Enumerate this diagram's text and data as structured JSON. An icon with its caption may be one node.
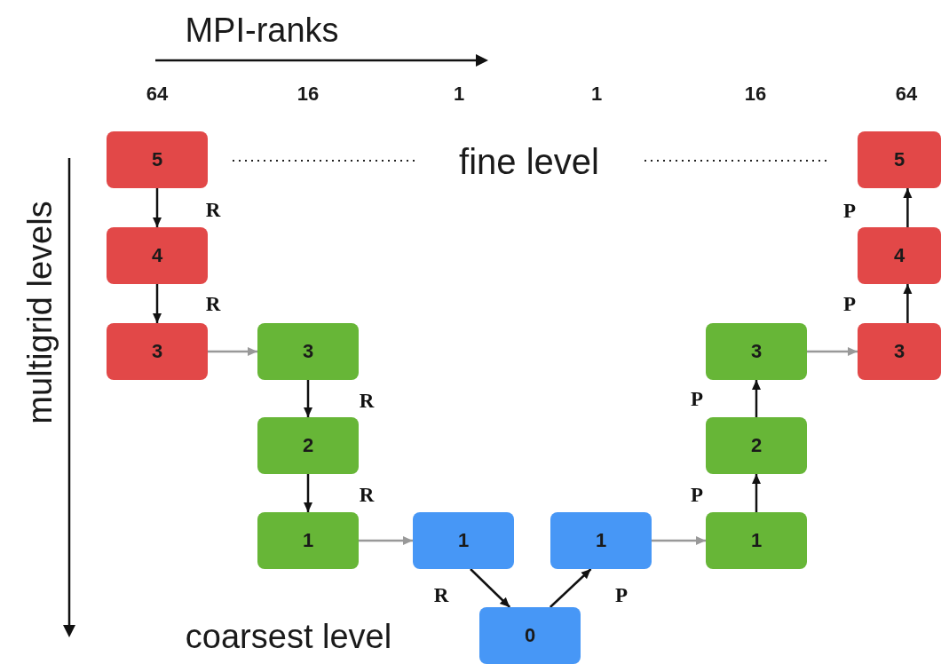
{
  "diagram": {
    "nodes": [
      {
        "text": [
          "5"
        ]
      },
      {
        "text": [
          "4"
        ]
      },
      {
        "text": [
          "3"
        ]
      },
      {
        "text": [
          "3"
        ]
      },
      {
        "text": [
          "2"
        ]
      },
      {
        "text": [
          "1"
        ]
      },
      {
        "text": [
          "1"
        ]
      },
      {
        "text": [
          "0"
        ]
      },
      {
        "text": [
          "1"
        ]
      },
      {
        "text": [
          "1"
        ]
      },
      {
        "text": [
          "2"
        ]
      },
      {
        "text": [
          "3"
        ]
      },
      {
        "text": [
          "3"
        ]
      },
      {
        "text": [
          "4"
        ]
      },
      {
        "text": [
          "5"
        ]
      }
    ],
    "edges": [
      {
        "from": 0,
        "to": 1,
        "arrow": "to",
        "label": "R"
      },
      {
        "from": 1,
        "to": 2,
        "arrow": "to",
        "label": "R"
      },
      {
        "from": 2,
        "to": 3,
        "arrow": "to",
        "color": "#999999"
      },
      {
        "from": 3,
        "to": 4,
        "arrow": "to",
        "label": "R"
      },
      {
        "from": 4,
        "to": 5,
        "arrow": "to",
        "label": "R"
      },
      {
        "from": 5,
        "to": 6,
        "arrow": "to",
        "color": "#999999"
      },
      {
        "from": 6,
        "to": 7,
        "arrow": "to",
        "label": "R"
      },
      {
        "from": 7,
        "to": 8,
        "arrow": "to",
        "label": "P"
      },
      {
        "from": 8,
        "to": 9,
        "arrow": "to",
        "color": "#999999"
      },
      {
        "from": 9,
        "to": 10,
        "arrow": "to",
        "label": "P"
      },
      {
        "from": 10,
        "to": 11,
        "arrow": "to",
        "label": "P"
      },
      {
        "from": 11,
        "to": 12,
        "arrow": "to",
        "color": "#999999"
      },
      {
        "from": 12,
        "to": 13,
        "arrow": "to",
        "label": "P"
      },
      {
        "from": 13,
        "to": 14,
        "arrow": "to",
        "label": "P"
      }
    ],
    "labels": [
      "MPI-ranks",
      "64",
      "16",
      "1",
      "1",
      "16",
      "64",
      "fine level",
      "multigrid levels",
      "coarsest level"
    ]
  }
}
